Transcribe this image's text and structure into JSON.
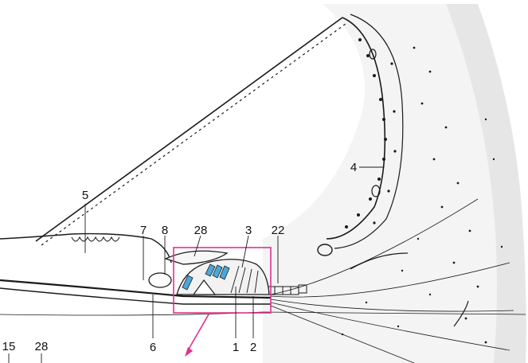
{
  "labels": {
    "l1": "1",
    "l2": "2",
    "l3": "3",
    "l4": "4",
    "l5": "5",
    "l6": "6",
    "l7": "7",
    "l8": "8",
    "l15": "15",
    "l22": "22",
    "l28a": "28",
    "l28b": "28"
  },
  "colors": {
    "ink": "#1a1a1a",
    "tissue_shade": "#ececec",
    "highlight_frame": "#e0328a",
    "hair_cells": "#4aa8d8"
  }
}
